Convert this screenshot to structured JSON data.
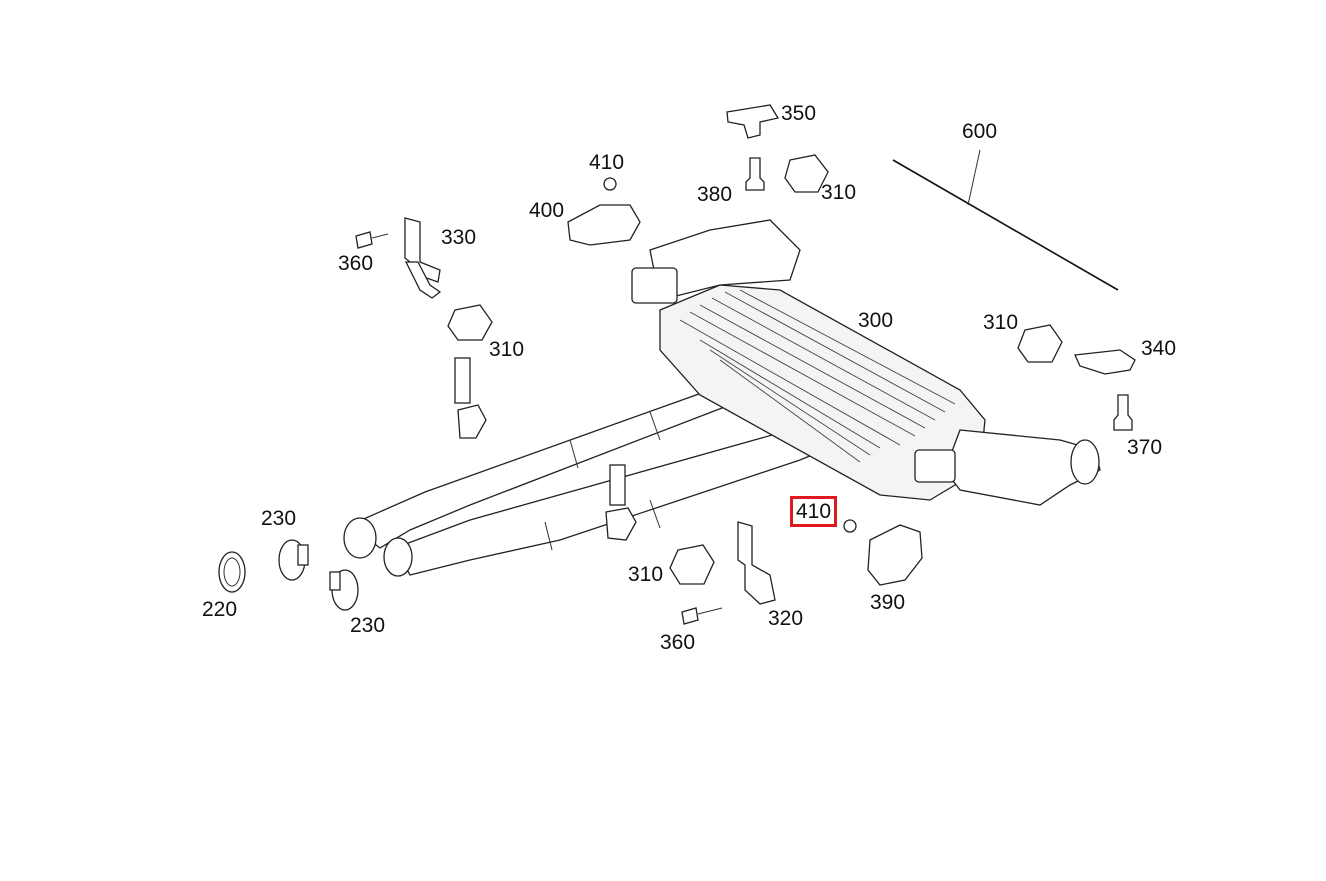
{
  "diagram": {
    "callouts": {
      "p350": "350",
      "p410_top": "410",
      "p380": "380",
      "p310_top": "310",
      "p400": "400",
      "p600": "600",
      "p330": "330",
      "p360_top": "360",
      "p310_left": "310",
      "p300": "300",
      "p310_right": "310",
      "p340": "340",
      "p370": "370",
      "p230_top": "230",
      "p410_highlight": "410",
      "p220": "220",
      "p310_bottom": "310",
      "p390": "390",
      "p320": "320",
      "p230_bottom": "230",
      "p360_bottom": "360"
    },
    "highlight_color": "#e0191f"
  }
}
